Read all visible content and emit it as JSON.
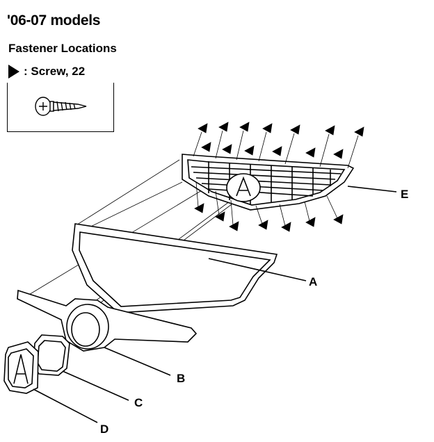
{
  "header": {
    "title": "'06-07 models",
    "subtitle": "Fastener Locations",
    "legend_label": ": Screw, 22"
  },
  "callouts": {
    "a": "A",
    "b": "B",
    "c": "C",
    "d": "D",
    "e": "E"
  },
  "icons": {
    "legend_marker": "triangle-marker-icon",
    "screw": "screw-icon"
  }
}
